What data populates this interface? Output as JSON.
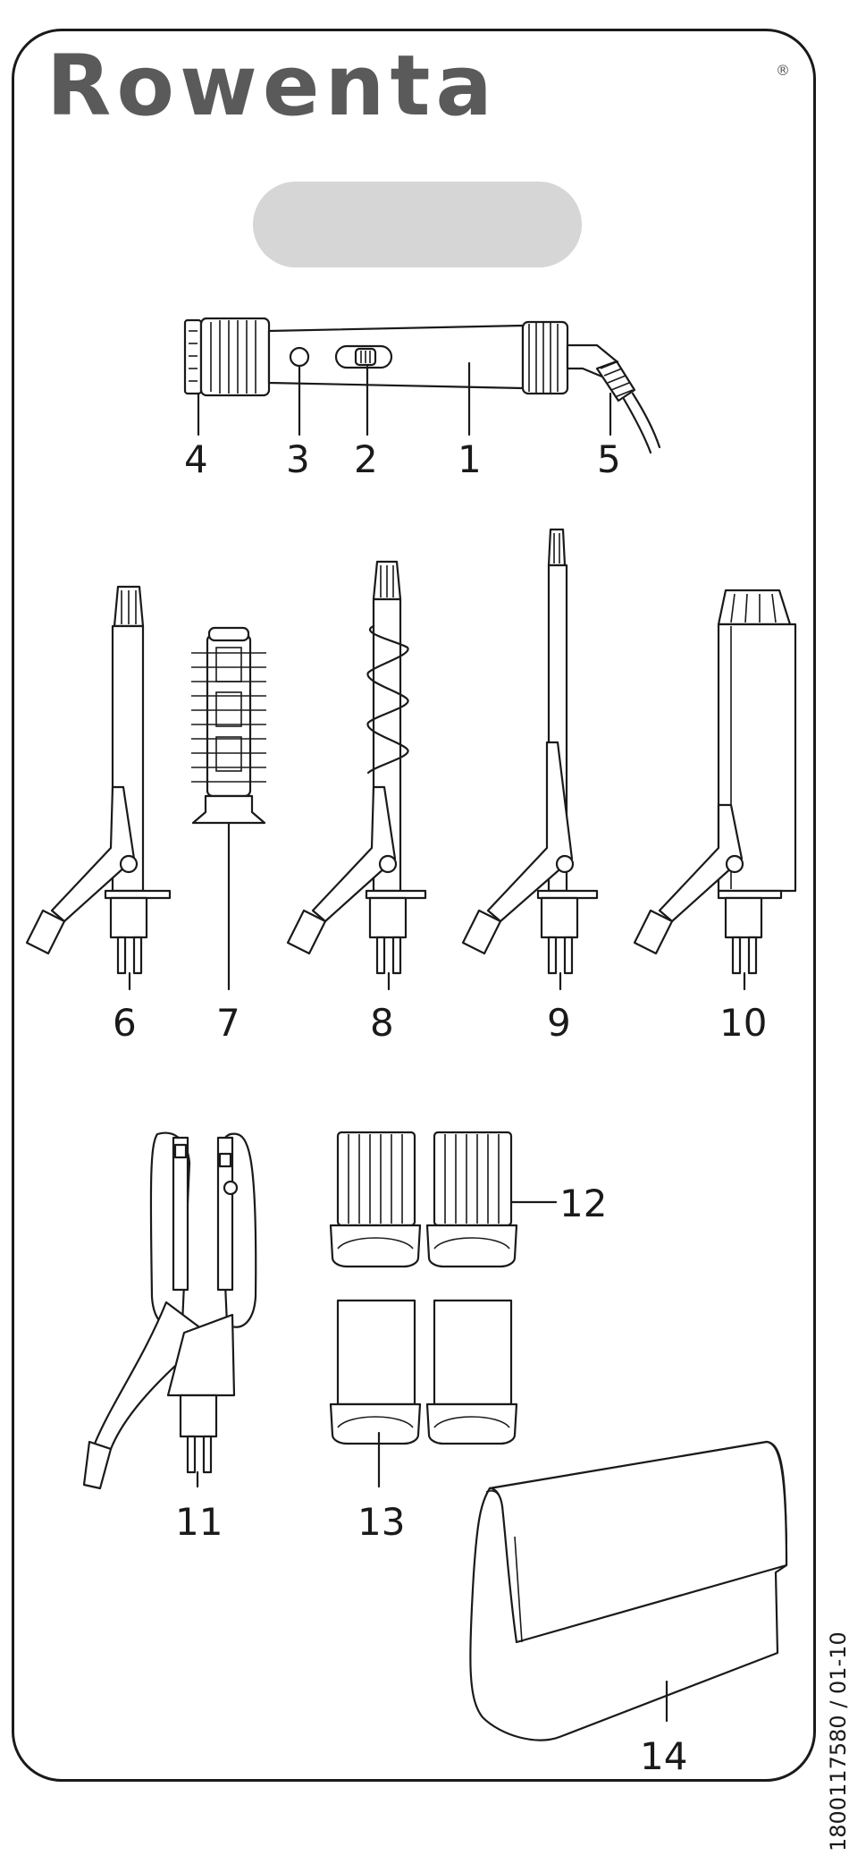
{
  "brand": {
    "name": "Rowenta",
    "registered_mark": "®",
    "color": "#5a5a5a",
    "pill_color": "#d6d6d6"
  },
  "labels": {
    "l1": "1",
    "l2": "2",
    "l3": "3",
    "l4": "4",
    "l5": "5",
    "l6": "6",
    "l7": "7",
    "l8": "8",
    "l9": "9",
    "l10": "10",
    "l11": "11",
    "l12": "12",
    "l13": "13",
    "l14": "14"
  },
  "document_code": "1800117580 / 01-10"
}
